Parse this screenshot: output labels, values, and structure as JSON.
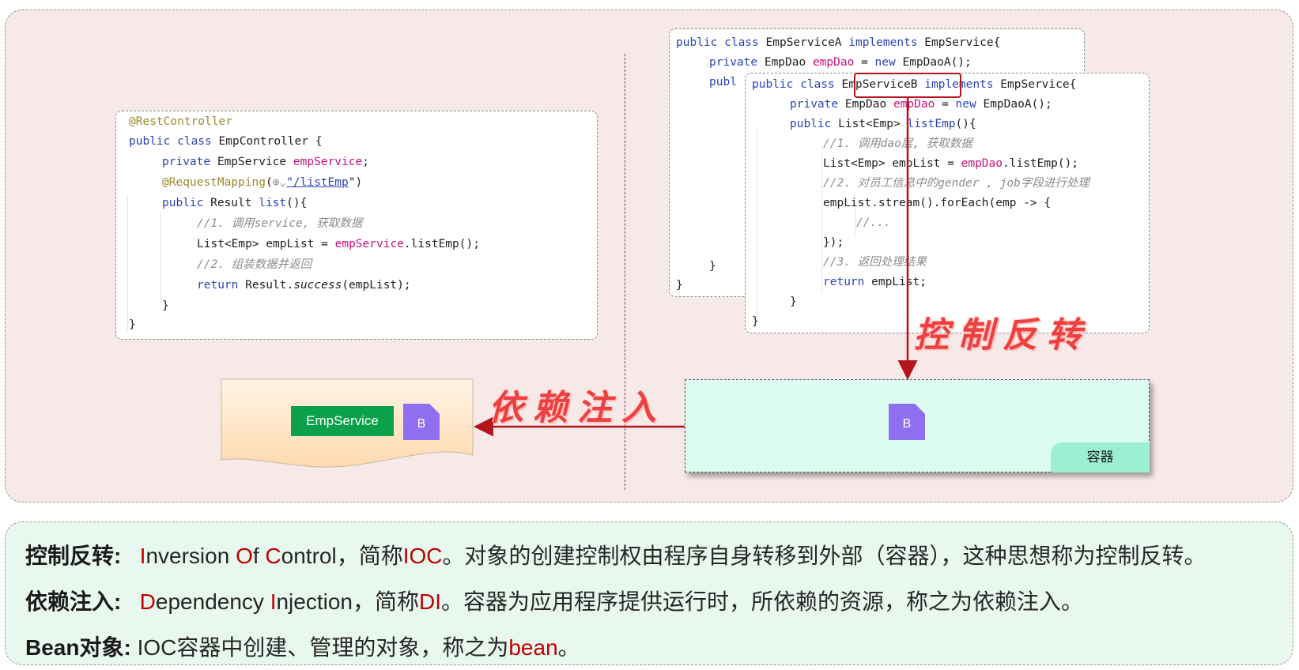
{
  "emp_controller": {
    "lines": [
      "@RestController",
      "public class EmpController {",
      "private EmpService empService;",
      "@RequestMapping(",
      "\"/listEmp\")",
      "public Result list(){",
      "//1. 调用service, 获取数据",
      "List<Emp> empList = empService.listEmp();",
      "//2. 组装数据并返回",
      "return Result.success(empList);",
      "}",
      "}"
    ]
  },
  "service_a": {
    "lines": [
      "public class EmpServiceA implements EmpService{",
      "private EmpDao empDao = new EmpDaoA();",
      "publ",
      "}",
      "}"
    ]
  },
  "service_b": {
    "lines": [
      "public class EmpServiceB implements EmpService{",
      "private EmpDao empDao = new EmpDaoA();",
      "public List<Emp> listEmp(){",
      "//1. 调用dao层, 获取数据",
      "List<Emp> empList = empDao.listEmp();",
      "//2. 对员工信息中的gender , job字段进行处理",
      "empList.stream().forEach(emp -> {",
      "//...",
      "});",
      "//3. 返回处理结果",
      "return empList;",
      "}",
      "}"
    ]
  },
  "labels": {
    "ioc_handwritten": "控制反转",
    "di_handwritten": "依赖注入",
    "emp_service_tag": "EmpService",
    "bean_icon_left": "B",
    "bean_icon_right": "B",
    "container": "容器"
  },
  "definitions": {
    "ioc": {
      "term": "控制反转:",
      "parts": [
        "I",
        "nversion ",
        "O",
        "f ",
        "C",
        "ontrol，简称",
        "IOC",
        "。对象的创建控制权由程序自身转移到外部（容器），这种思想称为控制反转。"
      ]
    },
    "di": {
      "term": "依赖注入:",
      "parts": [
        "D",
        "ependency ",
        "I",
        "njection，简称",
        "DI",
        "。容器为应用程序提供运行时，所依赖的资源，称之为依赖注入。"
      ]
    },
    "bean": {
      "term": "Bean对象:",
      "parts": [
        "IOC容器中创建、管理的对象，称之为",
        "bean",
        "。"
      ]
    }
  },
  "colors": {
    "top_panel_bg": "#f8e9e9",
    "bottom_panel_bg": "#e9f8ef",
    "arrow": "#b4151c",
    "container_bg": "#dcfcf2",
    "bean_icon": "#8f6ef0",
    "emp_tag": "#0aa14a",
    "highlight_red": "#c00000"
  }
}
